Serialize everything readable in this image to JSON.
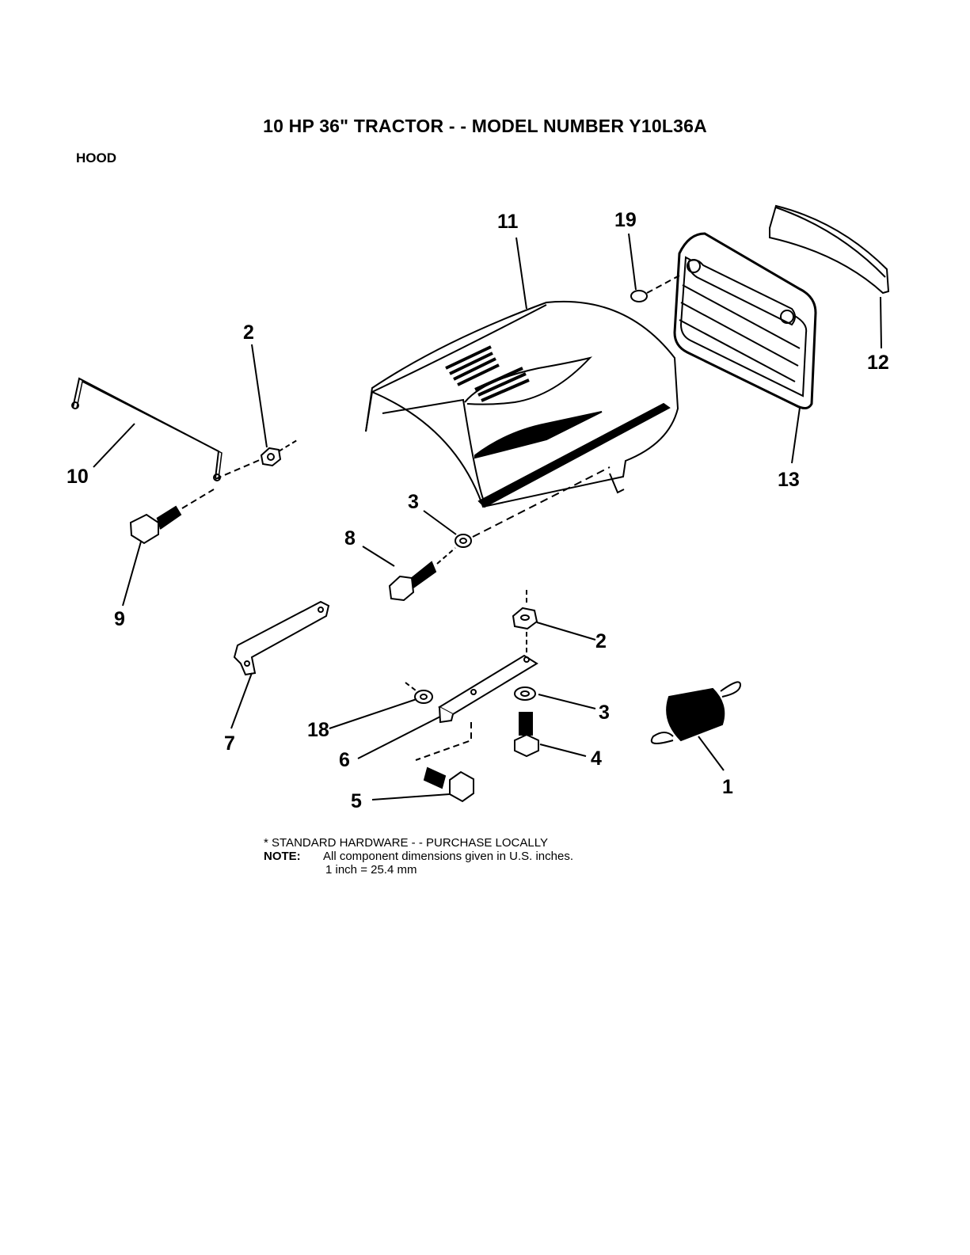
{
  "header": {
    "title": "10 HP 36\" TRACTOR - - MODEL NUMBER Y10L36A",
    "section": "HOOD"
  },
  "callouts": {
    "c1": "1",
    "c2a": "2",
    "c2b": "2",
    "c3a": "3",
    "c3b": "3",
    "c4": "4",
    "c5": "5",
    "c6": "6",
    "c7": "7",
    "c8": "8",
    "c9": "9",
    "c10": "10",
    "c11": "11",
    "c12": "12",
    "c13": "13",
    "c18": "18",
    "c19": "19"
  },
  "footer": {
    "standard": "* STANDARD HARDWARE - - PURCHASE LOCALLY",
    "note_label": "NOTE:",
    "note_text": "All component dimensions given in U.S. inches.",
    "conversion": "1 inch = 25.4 mm"
  }
}
